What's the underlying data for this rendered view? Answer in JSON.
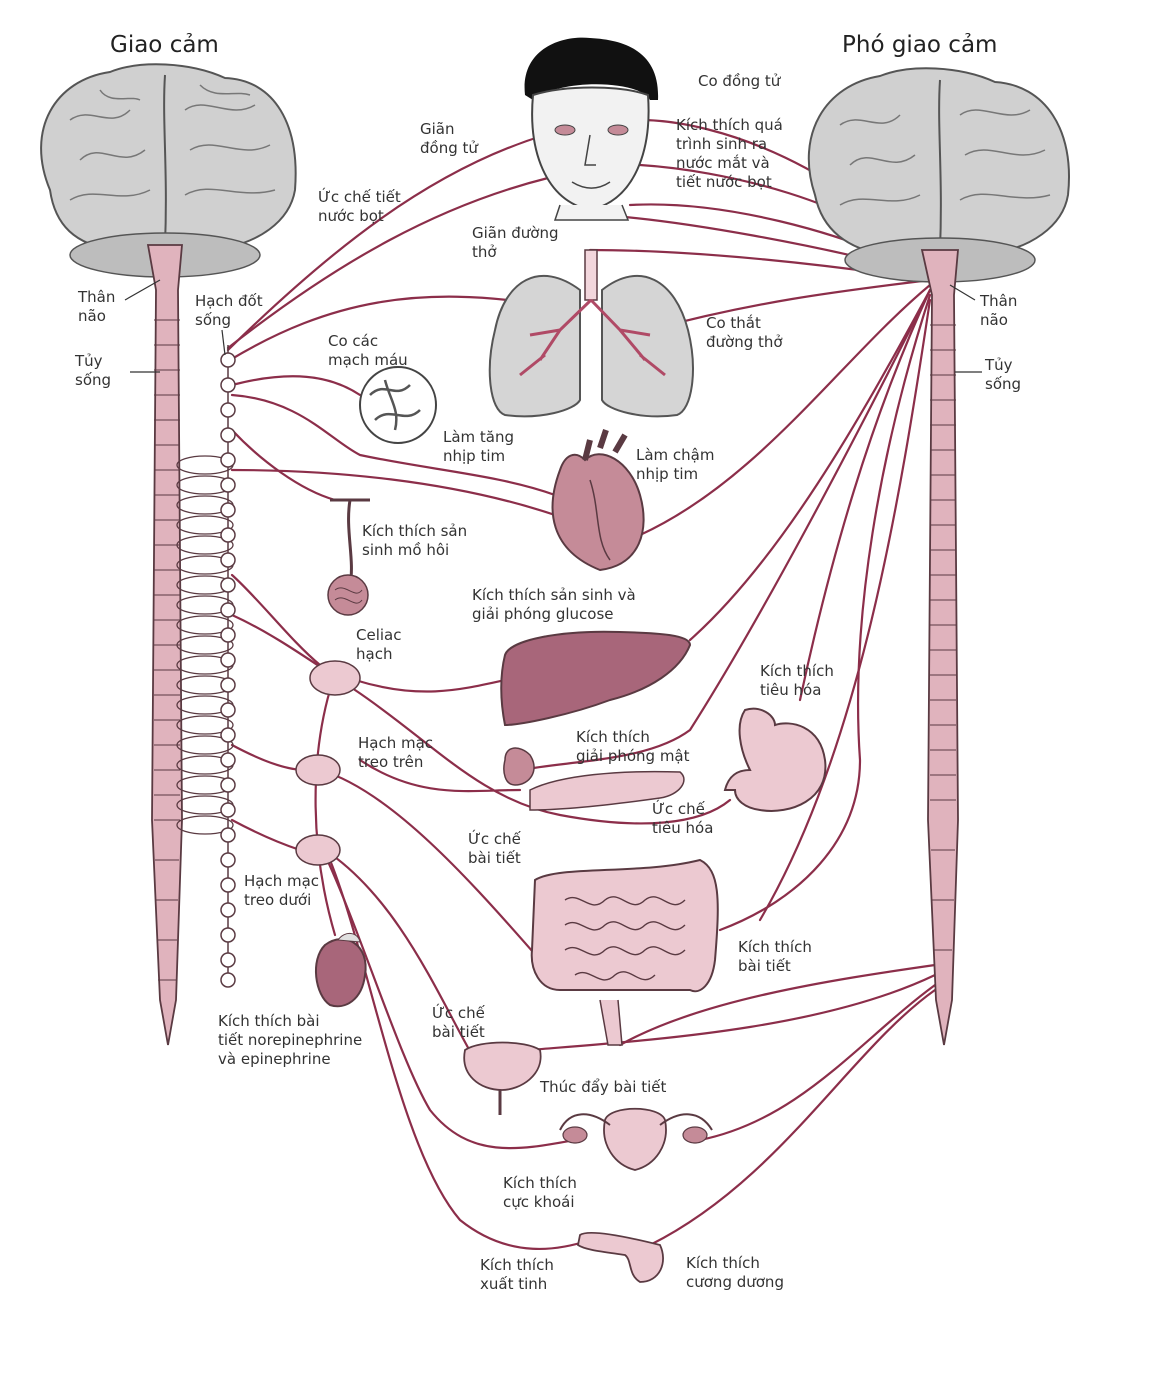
{
  "titles": {
    "sympathetic": "Giao cảm",
    "parasympathetic": "Phó giao cảm"
  },
  "labels": {
    "brainstem_left": "Thân\nnão",
    "spinal_cord_left": "Tủy\nsống",
    "sympathetic_chain": "Hạch đốt\nsống",
    "brainstem_right": "Thân\nnão",
    "spinal_cord_right": "Tủy\nsống",
    "dilate_pupil": "Giãn\nđồng tử",
    "constrict_pupil": "Co đồng tử",
    "stimulate_tears_saliva": "Kích thích quá\ntrình sinh ra\nnước mắt và\ntiết nước bọt",
    "inhibit_saliva": "Ức chế tiết\nnước bọt",
    "dilate_airways": "Giãn đường\nthở",
    "constrict_airways": "Co thắt\nđường thở",
    "constrict_vessels": "Co các\nmạch máu",
    "increase_heart_rate": "Làm tăng\nnhịp tim",
    "slow_heart_rate": "Làm chậm\nnhịp tim",
    "stimulate_sweat": "Kích thích sản\nsinh mồ hôi",
    "stimulate_glucose": "Kích thích sản sinh và\ngiải phóng glucose",
    "celiac_ganglion": "Celiac\nhạch",
    "stimulate_digestion": "Kích thích\ntiêu hóa",
    "superior_mesenteric": "Hạch mạc\ntreo trên",
    "stimulate_bile": "Kích thích\ngiải phóng mật",
    "inhibit_digestion": "Ức chế\ntiêu hóa",
    "inhibit_secretion_intestine": "Ức chế\nbài tiết",
    "stimulate_secretion": "Kích thích\nbài tiết",
    "inferior_mesenteric": "Hạch mạc\ntreo dưới",
    "adrenal_secretion": "Kích thích bài\ntiết norepinephrine\nvà epinephrine",
    "inhibit_secretion_bladder": "Ức chế\nbài tiết",
    "promote_secretion": "Thúc đẩy bài tiết",
    "stimulate_orgasm": "Kích thích\ncực khoái",
    "stimulate_ejaculation": "Kích thích\nxuất tinh",
    "stimulate_erection": "Kích thích\ncương dương"
  },
  "colors": {
    "nerve": "#8c2e4a",
    "organ_fill": "#c58b98",
    "organ_light": "#ecc9d1",
    "brain_fill": "#d0d0d0",
    "lung_fill": "#d5d5d5",
    "cord_fill": "#e0b3bd",
    "outline": "#5a3a42"
  }
}
